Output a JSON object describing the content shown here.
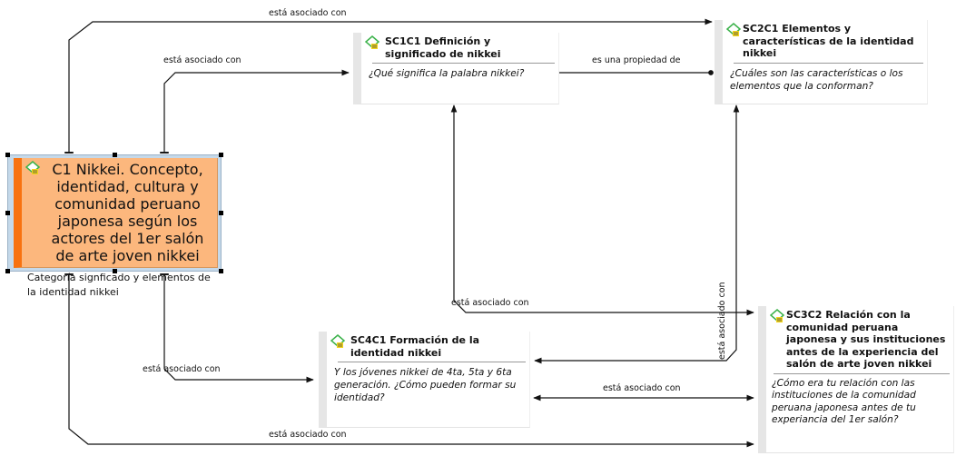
{
  "nodes": {
    "c1": {
      "title": "C1 Nikkei. Concepto, identidad, cultura y comunidad peruano japonesa según los actores del 1er salón de arte joven nikkei",
      "desc": "Categoría signficado y elementos de la identidad nikkei"
    },
    "sc1c1": {
      "title": "SC1C1 Definición y significado de nikkei",
      "desc": "¿Qué significa la palabra nikkei?"
    },
    "sc2c1": {
      "title": "SC2C1 Elementos y características de la identidad nikkei",
      "desc": "¿Cuáles son las características o los elementos que la conforman?"
    },
    "sc3c2": {
      "title": "SC3C2 Relación con la comunidad peruana japonesa y sus instituciones antes de la experiencia del salón de arte joven nikkei",
      "desc": "¿Cómo era tu relación con las instituciones de la comunidad peruana japonesa antes de tu experiancia del 1er salón?"
    },
    "sc4c1": {
      "title": "SC4C1 Formación de la identidad nikkei",
      "desc": "Y los jóvenes nikkei de 4ta, 5ta y 6ta generación.  ¿Cómo pueden formar su identidad?"
    }
  },
  "links": {
    "c1_sc2c1": "está asociado con",
    "c1_sc1c1": "está asociado con",
    "sc2c1_sc1c1": "es una propiedad de",
    "sc1c1_sc3c2": "está asociado con",
    "sc2c1_sc4c1": "está asociado con",
    "c1_sc4c1": "está asociado con",
    "sc4c1_sc3c2": "está asociado con",
    "c1_sc3c2": "está asociado con"
  },
  "colors": {
    "main_fill": "#fcb77d",
    "main_bar": "#f87210",
    "selection": "#c5d9ea",
    "icon_green": "#3bb24a",
    "icon_yellow": "#f2d51c",
    "line": "#111111"
  }
}
